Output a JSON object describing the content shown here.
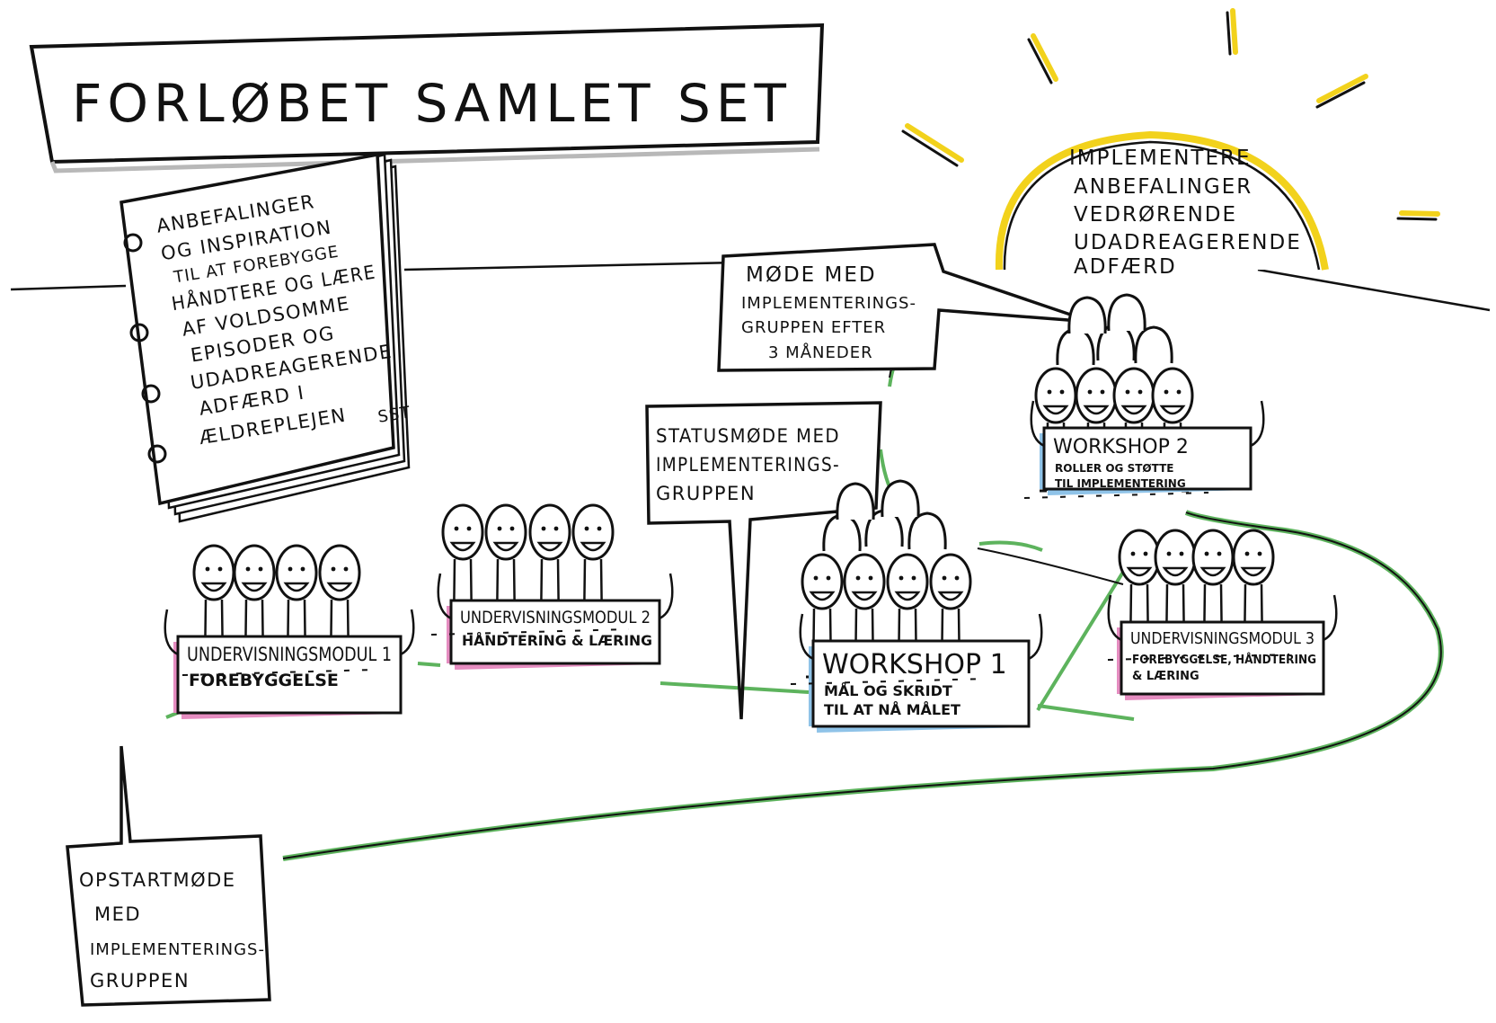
{
  "title": "FORLØBET SAMLET SET",
  "booklet": {
    "lines": [
      "ANBEFALINGER",
      "OG INSPIRATION",
      "TIL AT FOREBYGGE",
      "HÅNDTERE OG LÆRE",
      "AF VOLDSOMME",
      "EPISODER OG",
      "UDADREAGERENDE",
      "ADFÆRD I",
      "ÆLDREPLEJEN"
    ],
    "source": "SST"
  },
  "sun": {
    "lines": [
      "IMPLEMENTERE",
      "ANBEFALINGER",
      "VEDRØRENDE",
      "UDADREAGERENDE",
      "ADFÆRD"
    ]
  },
  "bubbles": {
    "moede_3mdr": [
      "MØDE MED",
      "IMPLEMENTERINGS-",
      "GRUPPEN EFTER",
      "3 MÅNEDER"
    ],
    "statusmoede": [
      "STATUSMØDE MED",
      "IMPLEMENTERINGS-",
      "GRUPPEN"
    ],
    "opstartmoede": [
      "OPSTARTMØDE",
      "MED",
      "IMPLEMENTERINGS-",
      "GRUPPEN"
    ]
  },
  "groups": [
    {
      "title": "UNDERVISNINGSMODUL 1",
      "subtitle": [
        "FOREBYGGELSE"
      ],
      "accent": "#e58cc0"
    },
    {
      "title": "UNDERVISNINGSMODUL 2",
      "subtitle": [
        "HÅNDTERING & LÆRING"
      ],
      "accent": "#e58cc0"
    },
    {
      "title": "WORKSHOP 1",
      "subtitle": [
        "MÅL OG SKRIDT",
        "TIL AT NÅ MÅLET"
      ],
      "accent": "#8fc3e8"
    },
    {
      "title": "WORKSHOP 2",
      "subtitle": [
        "ROLLER OG STØTTE",
        "TIL IMPLEMENTERING"
      ],
      "accent": "#8fc3e8"
    },
    {
      "title": "UNDERVISNINGSMODUL 3",
      "subtitle": [
        "FOREBYGGELSE, HÅNDTERING",
        "& LÆRING"
      ],
      "accent": "#e58cc0"
    }
  ],
  "colors": {
    "sun": "#f2d21c",
    "path": "#5db35d",
    "ink": "#111111"
  }
}
